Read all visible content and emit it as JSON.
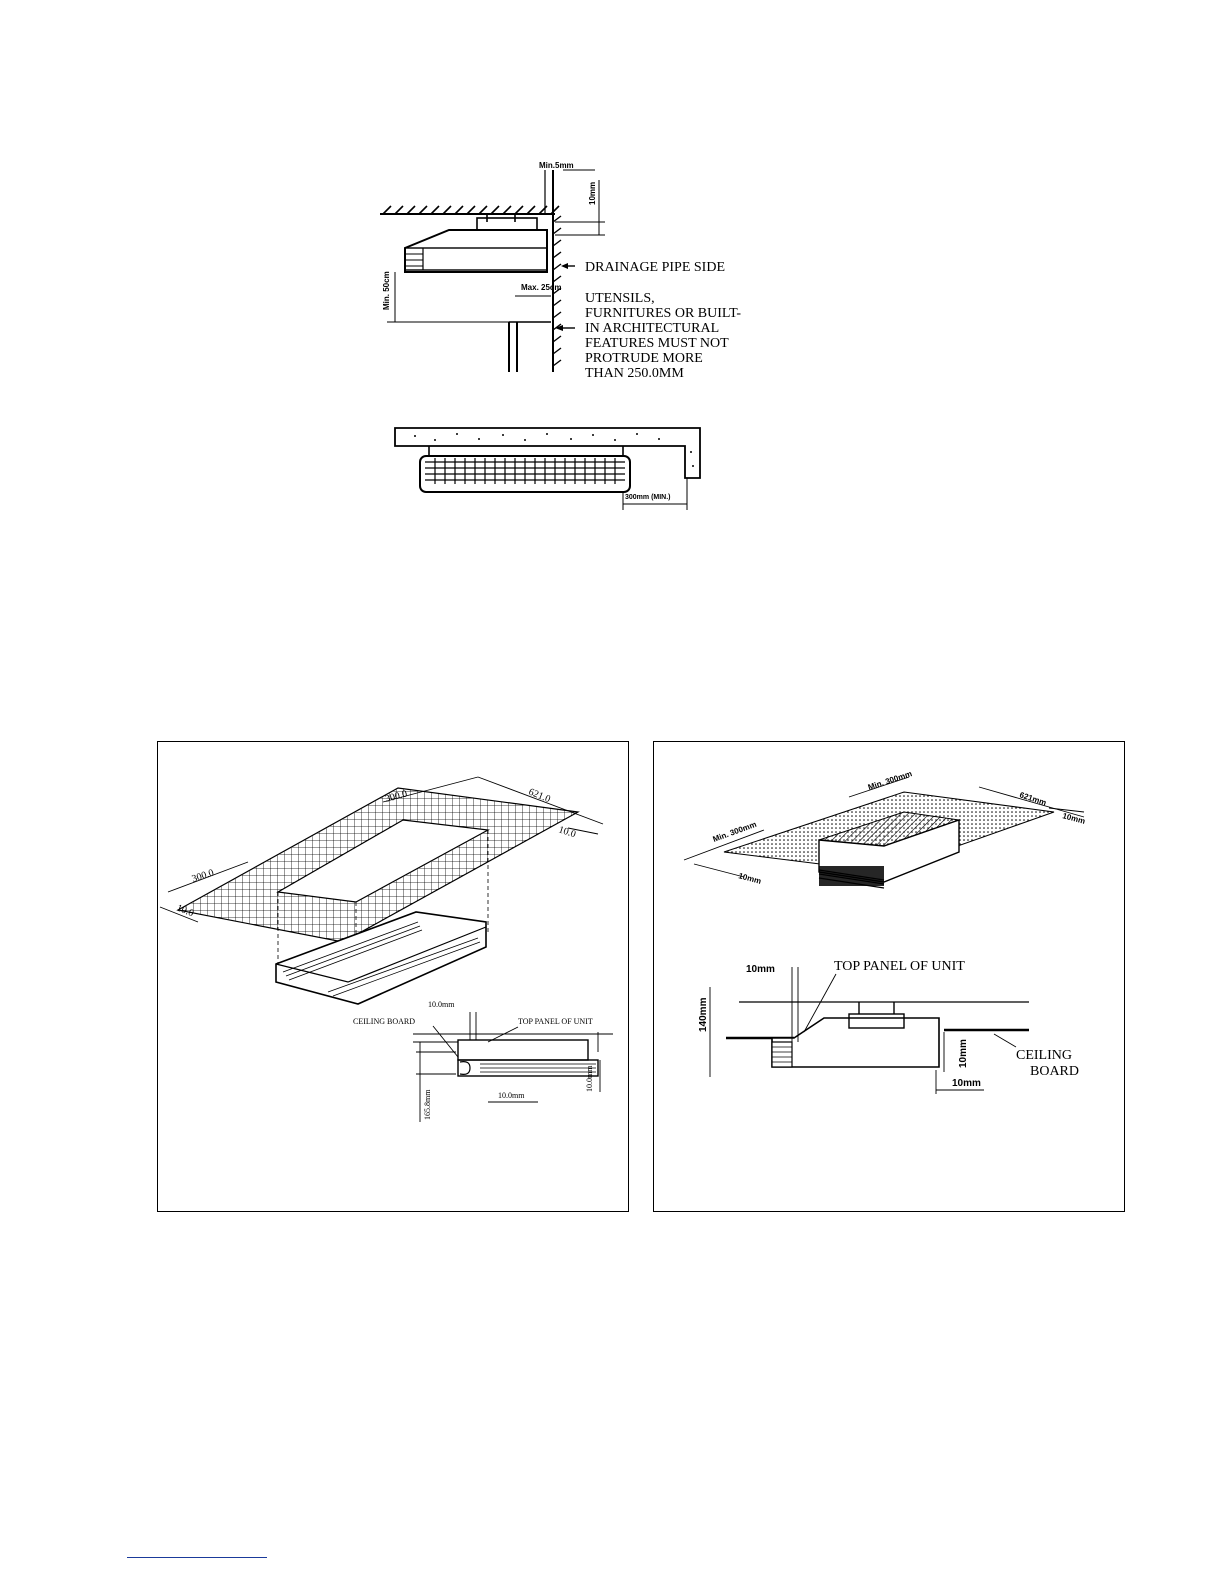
{
  "figure_top": {
    "dim_min5mm": "Min.5mm",
    "dim_10mm": "10mm",
    "dim_min50cm": "Min. 50cm",
    "dim_max25cm": "Max. 25cm",
    "label_drainage": "DRAINAGE PIPE SIDE",
    "note_lines": [
      "UTENSILS,",
      "FURNITURES OR BUILT-",
      "IN ARCHITECTURAL",
      "FEATURES MUST NOT",
      "PROTRUDE MORE",
      "THAN 250.0MM"
    ]
  },
  "figure_mid": {
    "dim_300min": "300mm (MIN.)"
  },
  "figure_left": {
    "dim_300_top": "300.0",
    "dim_621": "621.0",
    "dim_10_right": "10.0",
    "dim_300_left": "300.0",
    "dim_10_left": "10.0",
    "dim_10mm_top": "10.0mm",
    "label_ceiling_board": "CEILING BOARD",
    "label_top_panel": "TOP PANEL OF UNIT",
    "dim_165": "165.8mm",
    "dim_10mm_bottom": "10.0mm",
    "dim_10mm_side": "10.0mm"
  },
  "figure_right": {
    "dim_min300_top": "Min. 300mm",
    "dim_621": "621mm",
    "dim_10mm_right": "10mm",
    "dim_min300_left": "Min. 300mm",
    "dim_10mm_left": "10mm",
    "dim_10mm_top": "10mm",
    "label_top_panel": "TOP PANEL OF UNIT",
    "dim_140": "140mm",
    "dim_10mm_vert": "10mm",
    "label_ceiling": "CEILING",
    "label_board": "BOARD",
    "dim_10mm_bottom": "10mm"
  }
}
